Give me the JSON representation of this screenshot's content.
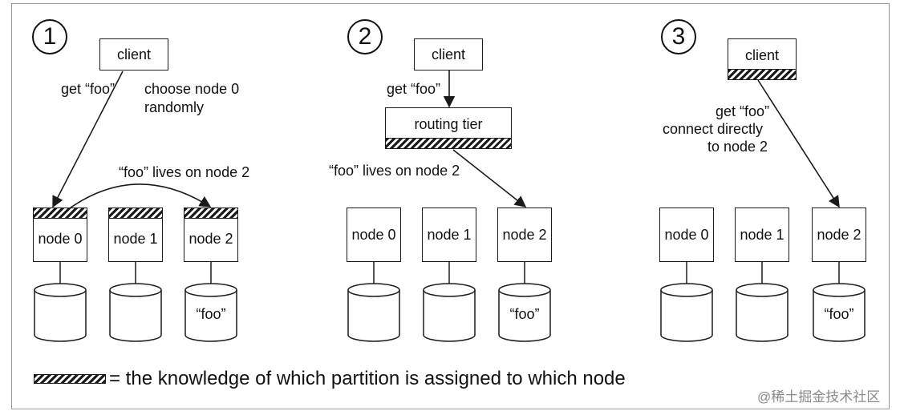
{
  "panels": [
    {
      "number": "1",
      "client": "client",
      "arrow_label": "get “foo”",
      "side_label_line1": "choose node 0",
      "side_label_line2": "randomly",
      "forward_label": "“foo” lives on node 2",
      "nodes": [
        "node 0",
        "node 1",
        "node 2"
      ],
      "db_labels": [
        "",
        "",
        "“foo”"
      ]
    },
    {
      "number": "2",
      "client": "client",
      "arrow_label": "get “foo”",
      "routing": "routing tier",
      "route_label": "“foo” lives on node 2",
      "nodes": [
        "node 0",
        "node 1",
        "node 2"
      ],
      "db_labels": [
        "",
        "",
        "“foo”"
      ]
    },
    {
      "number": "3",
      "client": "client",
      "label_line1": "get “foo”",
      "label_line2": "connect directly",
      "label_line3": "to node 2",
      "nodes": [
        "node 0",
        "node 1",
        "node 2"
      ],
      "db_labels": [
        "",
        "",
        "“foo”"
      ]
    }
  ],
  "legend": "= the knowledge of which partition is assigned to which node",
  "watermark": "@稀土掘金技术社区",
  "colors": {
    "ink": "#1a1a1a",
    "frame": "#9a9a9a",
    "watermark": "#8a8a8a"
  }
}
